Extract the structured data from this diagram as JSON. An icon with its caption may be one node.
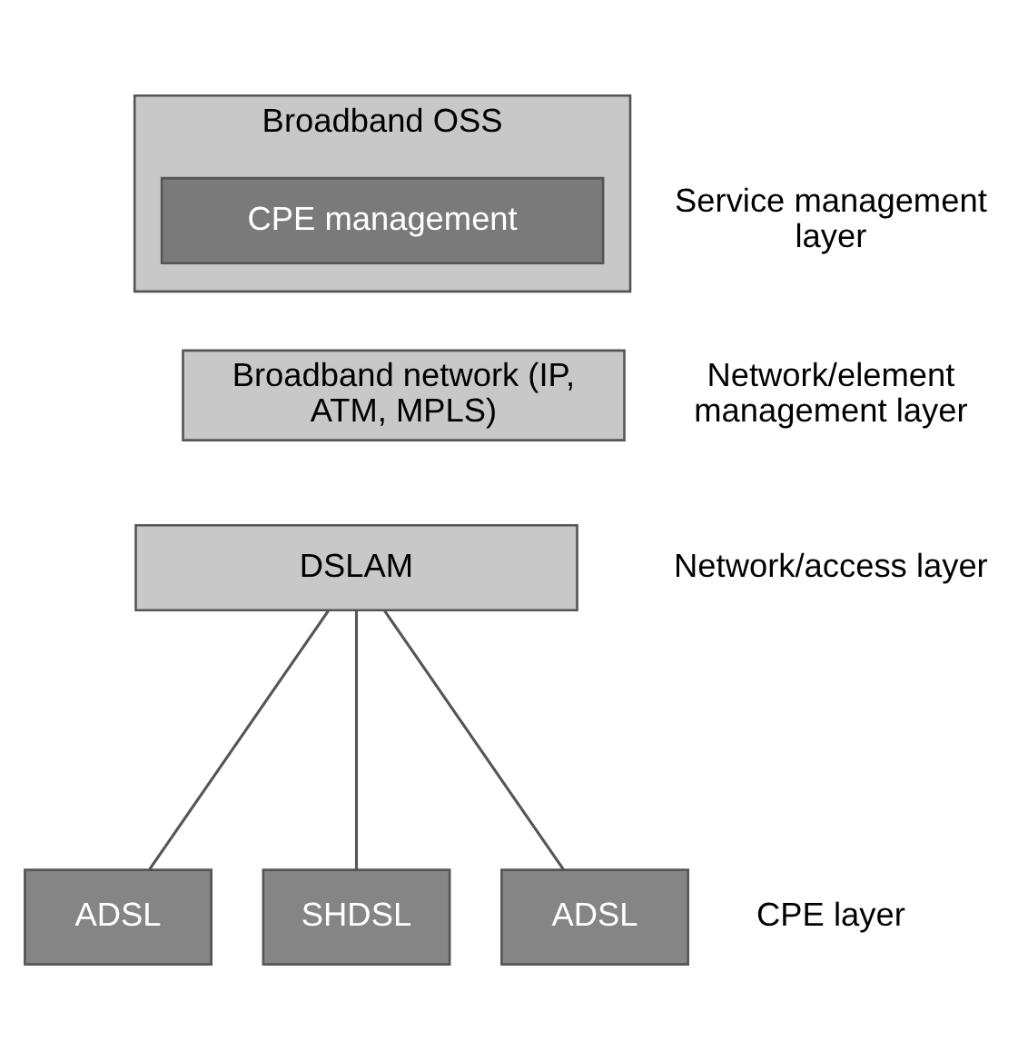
{
  "diagram": {
    "nodes": [
      {
        "text": [
          "Broadband OSS"
        ]
      },
      {
        "text": [
          "CPE management"
        ],
        "in": 0
      },
      {
        "text": [
          "Broadband network (IP, ATM, MPLS)"
        ]
      },
      {
        "text": [
          "DSLAM"
        ]
      },
      {
        "text": [
          "ADSL"
        ]
      },
      {
        "text": [
          "SHDSL"
        ]
      },
      {
        "text": [
          "ADSL"
        ]
      }
    ],
    "edges": [
      {
        "from": 3,
        "to": 4,
        "arrow": "none"
      },
      {
        "from": 3,
        "to": 5,
        "arrow": "none"
      },
      {
        "from": 3,
        "to": 6,
        "arrow": "none"
      }
    ],
    "labels": [
      "Service management layer",
      "Network/element management layer",
      "Network/access layer",
      "CPE layer"
    ]
  }
}
